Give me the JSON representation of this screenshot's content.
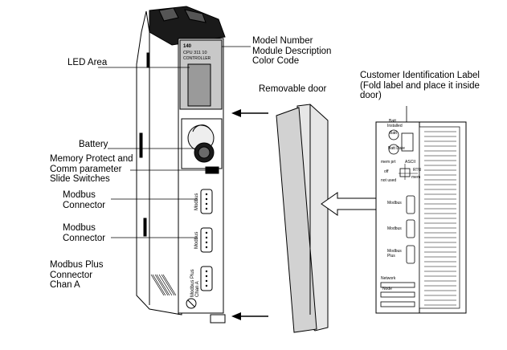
{
  "labels": {
    "led_area": "LED Area",
    "model_lines": [
      "Model Number",
      "Module Description",
      "Color Code"
    ],
    "battery": "Battery",
    "memory_lines": [
      "Memory Protect and",
      "Comm parameter",
      "Slide Switches"
    ],
    "modbus_connector_1": [
      "Modbus",
      "Connector"
    ],
    "modbus_connector_2": [
      "Modbus",
      "Connector"
    ],
    "modbus_plus_lines": [
      "Modbus Plus",
      "Connector",
      "Chan A"
    ],
    "removable_door": "Removable door",
    "customer_label_lines": [
      "Customer Identification Label",
      "(Fold label and place it inside",
      "door)"
    ]
  },
  "module_face": {
    "model_text": "140",
    "model_desc": "CPU 311 10",
    "model_sub": "CONTROLLER",
    "port1": "Modbus",
    "port2": "Modbus",
    "port3_a": "Modbus Plus",
    "port3_b": "Chan A"
  },
  "door_label": {
    "batt_installed_1": "Batt",
    "batt_installed_2": "Installed",
    "batt": "Batt",
    "batt_date": "Batt Date",
    "ascii": "ASCII",
    "mem_prt": "mem prt",
    "off": "off",
    "rtu": "RTU",
    "mem": "mem",
    "not_used": "not used",
    "modbus_1": "Modbus",
    "modbus_2": "Modbus",
    "modbus_plus_1": "Modbus",
    "modbus_plus_2": "Plus",
    "network": "Network",
    "node": "Node"
  }
}
